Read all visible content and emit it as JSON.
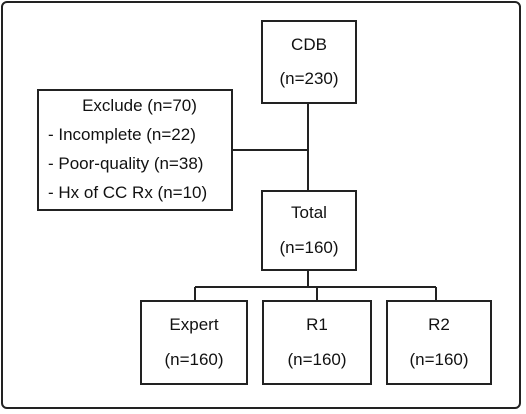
{
  "diagram": {
    "cdb": {
      "title": "CDB",
      "count": "(n=230)"
    },
    "exclude": {
      "title": "Exclude (n=70)",
      "items": [
        "- Incomplete (n=22)",
        "- Poor-quality (n=38)",
        "- Hx of CC Rx (n=10)"
      ]
    },
    "total": {
      "title": "Total",
      "count": "(n=160)"
    },
    "expert": {
      "title": "Expert",
      "count": "(n=160)"
    },
    "r1": {
      "title": "R1",
      "count": "(n=160)"
    },
    "r2": {
      "title": "R2",
      "count": "(n=160)"
    }
  }
}
